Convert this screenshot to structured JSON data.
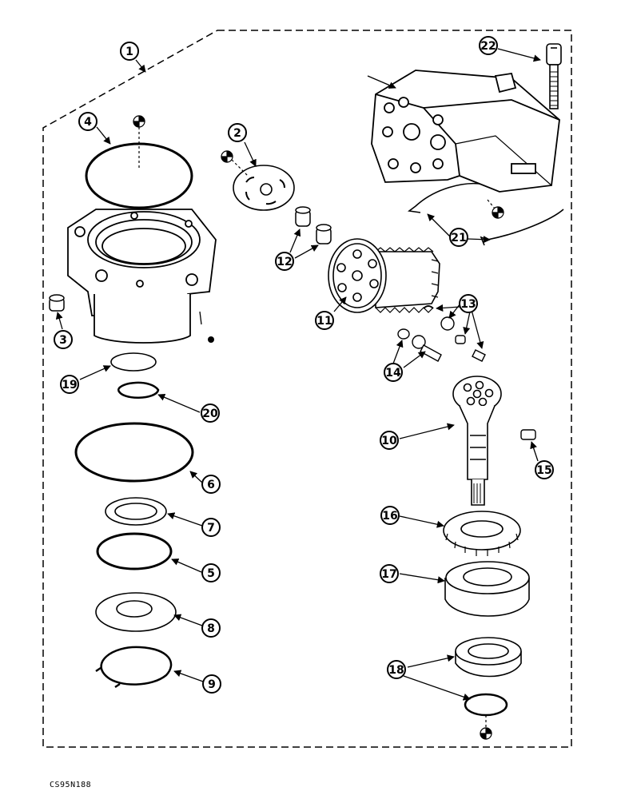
{
  "figure_code": "CS95N188",
  "callouts": [
    {
      "id": "c1",
      "label": "1"
    },
    {
      "id": "c2",
      "label": "2"
    },
    {
      "id": "c3",
      "label": "3"
    },
    {
      "id": "c4",
      "label": "4"
    },
    {
      "id": "c5",
      "label": "5"
    },
    {
      "id": "c6",
      "label": "6"
    },
    {
      "id": "c7",
      "label": "7"
    },
    {
      "id": "c8",
      "label": "8"
    },
    {
      "id": "c9",
      "label": "9"
    },
    {
      "id": "c10",
      "label": "10"
    },
    {
      "id": "c11",
      "label": "11"
    },
    {
      "id": "c12",
      "label": "12"
    },
    {
      "id": "c13",
      "label": "13"
    },
    {
      "id": "c14",
      "label": "14"
    },
    {
      "id": "c15",
      "label": "15"
    },
    {
      "id": "c16",
      "label": "16"
    },
    {
      "id": "c17",
      "label": "17"
    },
    {
      "id": "c18",
      "label": "18"
    },
    {
      "id": "c19",
      "label": "19"
    },
    {
      "id": "c20",
      "label": "20"
    },
    {
      "id": "c21",
      "label": "21"
    },
    {
      "id": "c22",
      "label": "22"
    }
  ]
}
